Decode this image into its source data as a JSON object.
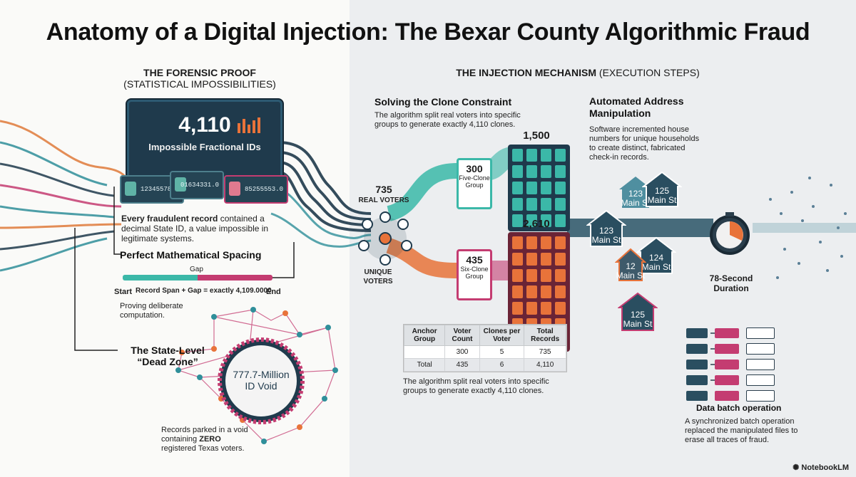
{
  "title": "Anatomy of a Digital Injection: The Bexar County Algorithmic Fraud",
  "left": {
    "heading_line1": "THE FORENSIC PROOF",
    "heading_line2": "(STATISTICAL IMPOSSIBILITIES)",
    "monitor_number": "4,110",
    "monitor_label": "Impossible Fractional IDs",
    "id_cards": [
      "12345578.0",
      "01634331.0",
      "85255553.0"
    ],
    "fraud_bold": "Every fraudulent record",
    "fraud_rest": " contained a decimal State ID, a value impossible in legitimate systems.",
    "spacing_heading": "Perfect Mathematical Spacing",
    "gap_label": "Gap",
    "start_label": "Start",
    "end_label": "End",
    "span_formula": "Record Span + Gap = exactly 4,109.0000",
    "proving_text": "Proving deliberate computation.",
    "dead_zone_line1": "The State-Level",
    "dead_zone_line2": "“Dead Zone”",
    "void_line1": "777.7-Million",
    "void_line2": "ID Void",
    "parked_text_a": "Records parked in a void containing ",
    "parked_text_bold": "ZERO",
    "parked_text_b": " registered Texas voters."
  },
  "right": {
    "heading_bold": "THE INJECTION MECHANISM",
    "heading_rest": " (EXECUTION STEPS)",
    "clone_heading": "Solving the Clone Constraint",
    "clone_desc": "The algorithm split real voters into specific groups to generate exactly 4,110 clones.",
    "real_voters_num": "735",
    "real_voters_label": "REAL VOTERS",
    "unique_voters_label": "UNIQUE VOTERS",
    "five_group_num": "300",
    "five_group_label": "Five-Clone Group",
    "six_group_num": "435",
    "six_group_label": "Six-Clone Group",
    "teal_total": "1,500",
    "red_total": "2,610",
    "table": {
      "headers": [
        "Anchor Group",
        "Voter Count",
        "Clones per Voter",
        "Total Records"
      ],
      "rows": [
        [
          "",
          "300",
          "5",
          "735"
        ],
        [
          "Total",
          "435",
          "6",
          "4,110"
        ]
      ]
    },
    "table_caption": "The algorithm split real voters into specific groups to generate exactly 4,110 clones.",
    "address_heading_line1": "Automated Address",
    "address_heading_line2": "Manipulation",
    "address_desc": "Software incremented house numbers for unique households to create distinct, fabricated check-in records.",
    "houses": [
      {
        "num": "123",
        "street": "Main St"
      },
      {
        "num": "125",
        "street": "Main St"
      },
      {
        "num": "123",
        "street": "Main St"
      },
      {
        "num": "124",
        "street": "Main St"
      },
      {
        "num": "12",
        "street": "Main St"
      },
      {
        "num": "125",
        "street": "Main St"
      }
    ],
    "duration_line1": "78-Second",
    "duration_line2": "Duration",
    "batch_heading": "Data batch operation",
    "batch_desc": "A synchronized batch operation replaced the manipulated files to erase all traces of fraud."
  },
  "brand": "NotebookLM",
  "colors": {
    "teal": "#2f8f9a",
    "magenta": "#c43c71",
    "orange": "#e8733a",
    "navy": "#1f3a4c"
  }
}
